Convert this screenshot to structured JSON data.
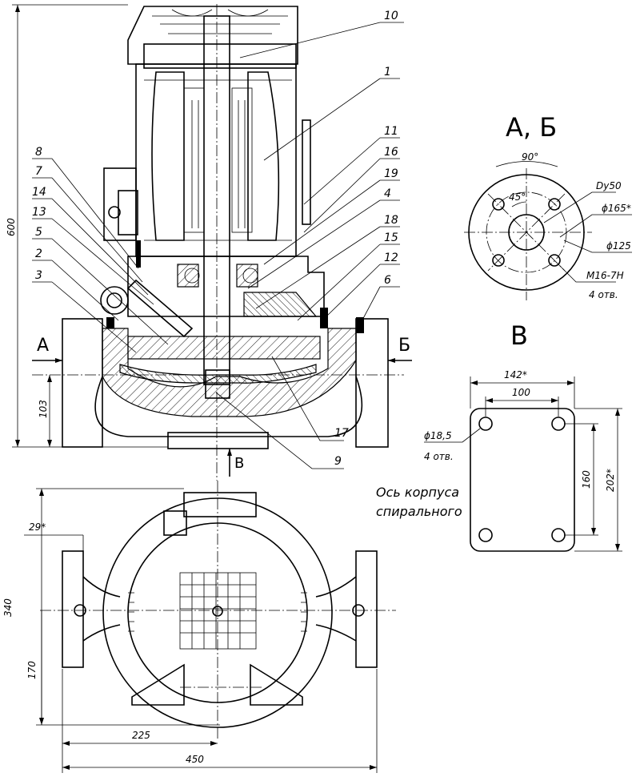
{
  "views": {
    "ab_title": "А, Б",
    "v_title": "В",
    "section_a": "А",
    "section_b": "Б",
    "arrow_v": "В"
  },
  "callouts": [
    "10",
    "1",
    "11",
    "16",
    "19",
    "4",
    "18",
    "15",
    "12",
    "6",
    "8",
    "7",
    "14",
    "13",
    "5",
    "2",
    "3",
    "17",
    "9"
  ],
  "dims_front": {
    "height_600": "600",
    "axis_103": "103"
  },
  "dims_plan": {
    "d29": "29*",
    "h340": "340",
    "h170": "170",
    "w225": "225",
    "w450": "450"
  },
  "flange_ab": {
    "angle90": "90°",
    "angle45": "45°",
    "dn": "Dу50",
    "d165": "ϕ165*",
    "d125": "ϕ125",
    "thread": "М16-7Н",
    "count": "4 отв."
  },
  "base_v": {
    "w142": "142*",
    "w100": "100",
    "hole": "ϕ18,5",
    "count": "4 отв.",
    "h160": "160",
    "h202": "202*"
  },
  "note": {
    "line1": "Ось корпуса",
    "line2": "спирального"
  }
}
